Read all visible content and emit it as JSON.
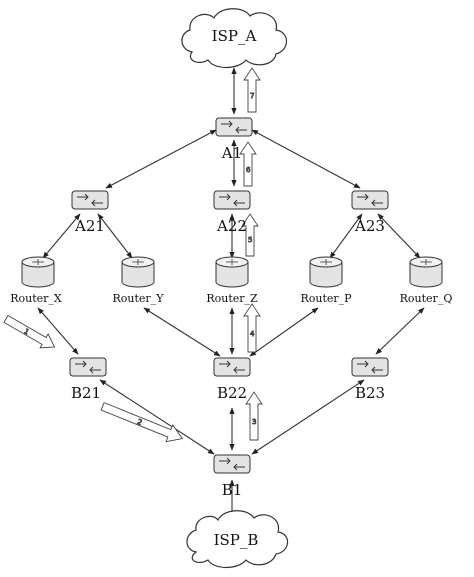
{
  "clouds": [
    {
      "id": "isp-a",
      "label": "ISP_A"
    },
    {
      "id": "isp-b",
      "label": "ISP_B"
    }
  ],
  "switches": [
    {
      "id": "a1",
      "label": "A1"
    },
    {
      "id": "a21",
      "label": "A21"
    },
    {
      "id": "a22",
      "label": "A22"
    },
    {
      "id": "a23",
      "label": "A23"
    },
    {
      "id": "b21",
      "label": "B21"
    },
    {
      "id": "b22",
      "label": "B22"
    },
    {
      "id": "b23",
      "label": "B23"
    },
    {
      "id": "b1",
      "label": "B1"
    }
  ],
  "routers": [
    {
      "id": "router-x",
      "label": "Router_X"
    },
    {
      "id": "router-y",
      "label": "Router_Y"
    },
    {
      "id": "router-z",
      "label": "Router_Z"
    },
    {
      "id": "router-p",
      "label": "Router_P"
    },
    {
      "id": "router-q",
      "label": "Router_Q"
    }
  ],
  "links": [
    [
      "isp-a",
      "a1"
    ],
    [
      "a1",
      "a21"
    ],
    [
      "a1",
      "a22"
    ],
    [
      "a1",
      "a23"
    ],
    [
      "a21",
      "router-x"
    ],
    [
      "a21",
      "router-y"
    ],
    [
      "a22",
      "router-z"
    ],
    [
      "a23",
      "router-p"
    ],
    [
      "a23",
      "router-q"
    ],
    [
      "router-x",
      "b21"
    ],
    [
      "router-y",
      "b22"
    ],
    [
      "router-z",
      "b22"
    ],
    [
      "router-p",
      "b22"
    ],
    [
      "router-q",
      "b23"
    ],
    [
      "b21",
      "b1"
    ],
    [
      "b22",
      "b1"
    ],
    [
      "b23",
      "b1"
    ],
    [
      "b1",
      "isp-b"
    ]
  ],
  "flow_steps": [
    "1",
    "2",
    "3",
    "4",
    "5",
    "6",
    "7"
  ]
}
